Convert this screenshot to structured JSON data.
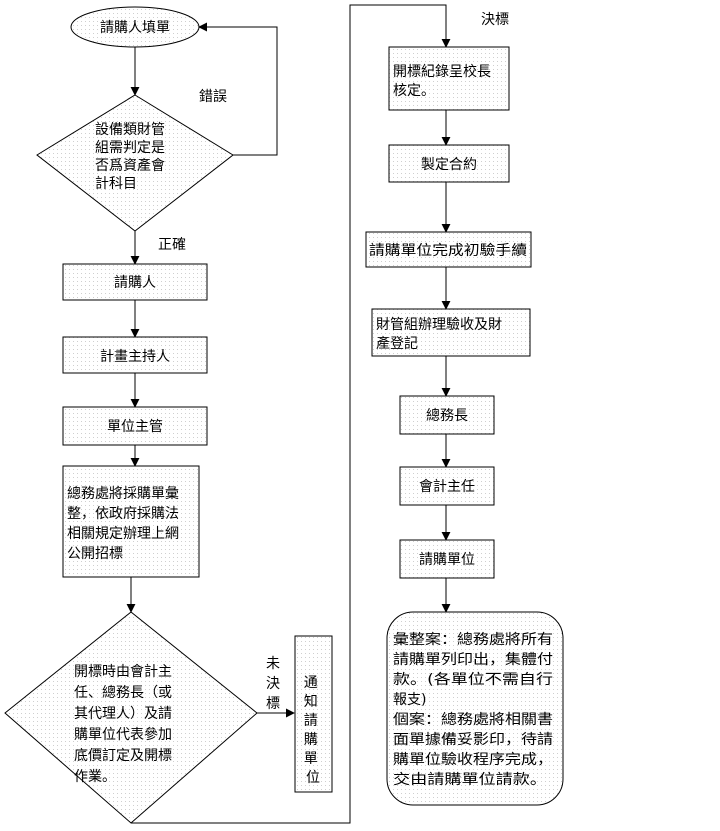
{
  "start": "請購人填單",
  "decision1": [
    "設備類財管",
    "組需判定是",
    "否爲資產會",
    "計科目"
  ],
  "label_error": "錯誤",
  "label_correct": "正確",
  "step_requester": "請購人",
  "step_pi": "計畫主持人",
  "step_unit_head": "單位主管",
  "step_general_affairs": [
    "總務處將採購單彙",
    "整，依政府採購法",
    "相關規定辦理上網",
    "公開招標"
  ],
  "decision2": [
    "開標時由會計主",
    "任、總務長（或",
    "其代理人）及請",
    "購單位代表參加",
    "底價訂定及開標",
    "作業。"
  ],
  "label_not_awarded": [
    "未",
    "決",
    "標"
  ],
  "notify_unit": [
    "通",
    "知",
    "請",
    "購",
    "單",
    "位"
  ],
  "label_awarded": "決標",
  "step_report": [
    "開標紀錄呈校長",
    "核定。"
  ],
  "step_contract": "製定合約",
  "step_inspection": "請購單位完成初驗手續",
  "step_acceptance": [
    "財管組辦理驗收及財",
    "產登記"
  ],
  "step_director": "總務長",
  "step_accounting": "會計主任",
  "step_requesting_unit": "請購單位",
  "final_note": [
    "彙整案：總務處將所有",
    "請購單列印出，集體付",
    "款。(各單位不需自行",
    "報支)",
    "個案：總務處將相關書",
    "面單據備妥影印，待請",
    "購單位驗收程序完成，",
    "交由請購單位請款。"
  ]
}
